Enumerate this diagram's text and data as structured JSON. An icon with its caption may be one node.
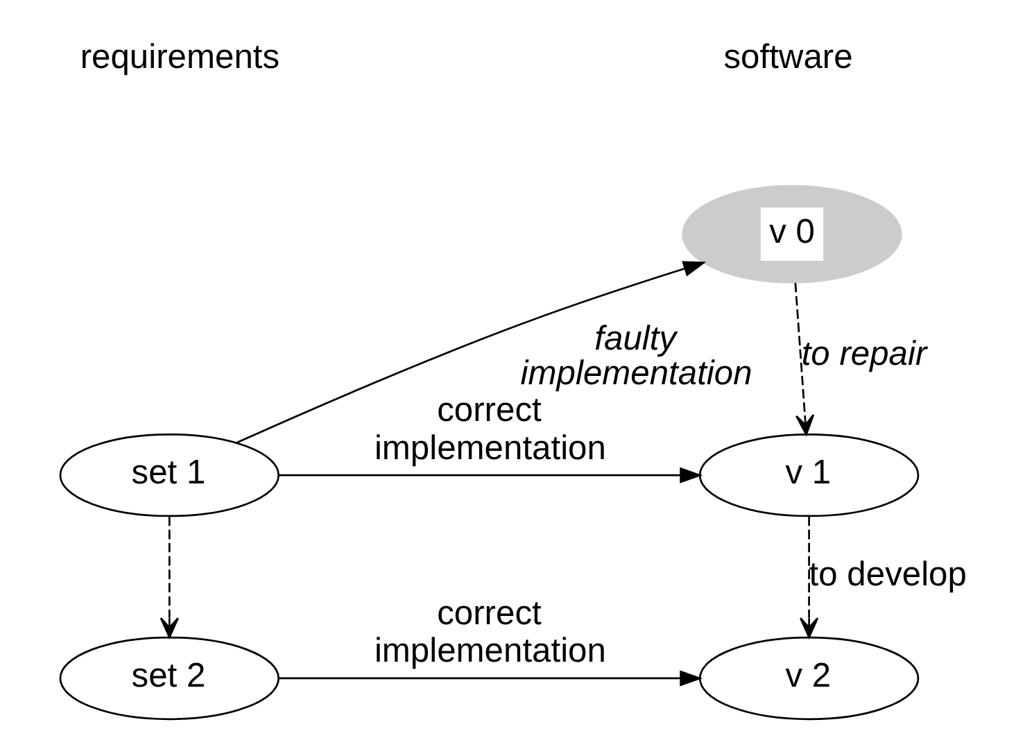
{
  "diagram": {
    "nodes": [
      {
        "text": [
          "set 1"
        ]
      },
      {
        "text": [
          "set 2"
        ]
      },
      {
        "text": [
          "v 0"
        ]
      },
      {
        "text": [
          "v 1"
        ]
      },
      {
        "text": [
          "v 2"
        ]
      }
    ],
    "edges": [
      {
        "from": 0,
        "to": 2,
        "arrow": "to",
        "label": "faulty implementation"
      },
      {
        "from": 2,
        "to": 3,
        "arrow": "to",
        "label": "to repair",
        "style": "dashed"
      },
      {
        "from": 0,
        "to": 3,
        "arrow": "to",
        "label": "correct implementation"
      },
      {
        "from": 0,
        "to": 1,
        "arrow": "to",
        "style": "dashed"
      },
      {
        "from": 3,
        "to": 4,
        "arrow": "to",
        "label": "to develop",
        "style": "dashed"
      },
      {
        "from": 1,
        "to": 4,
        "arrow": "to",
        "label": "correct implementation"
      }
    ],
    "labels": [
      "requirements",
      "software"
    ]
  }
}
